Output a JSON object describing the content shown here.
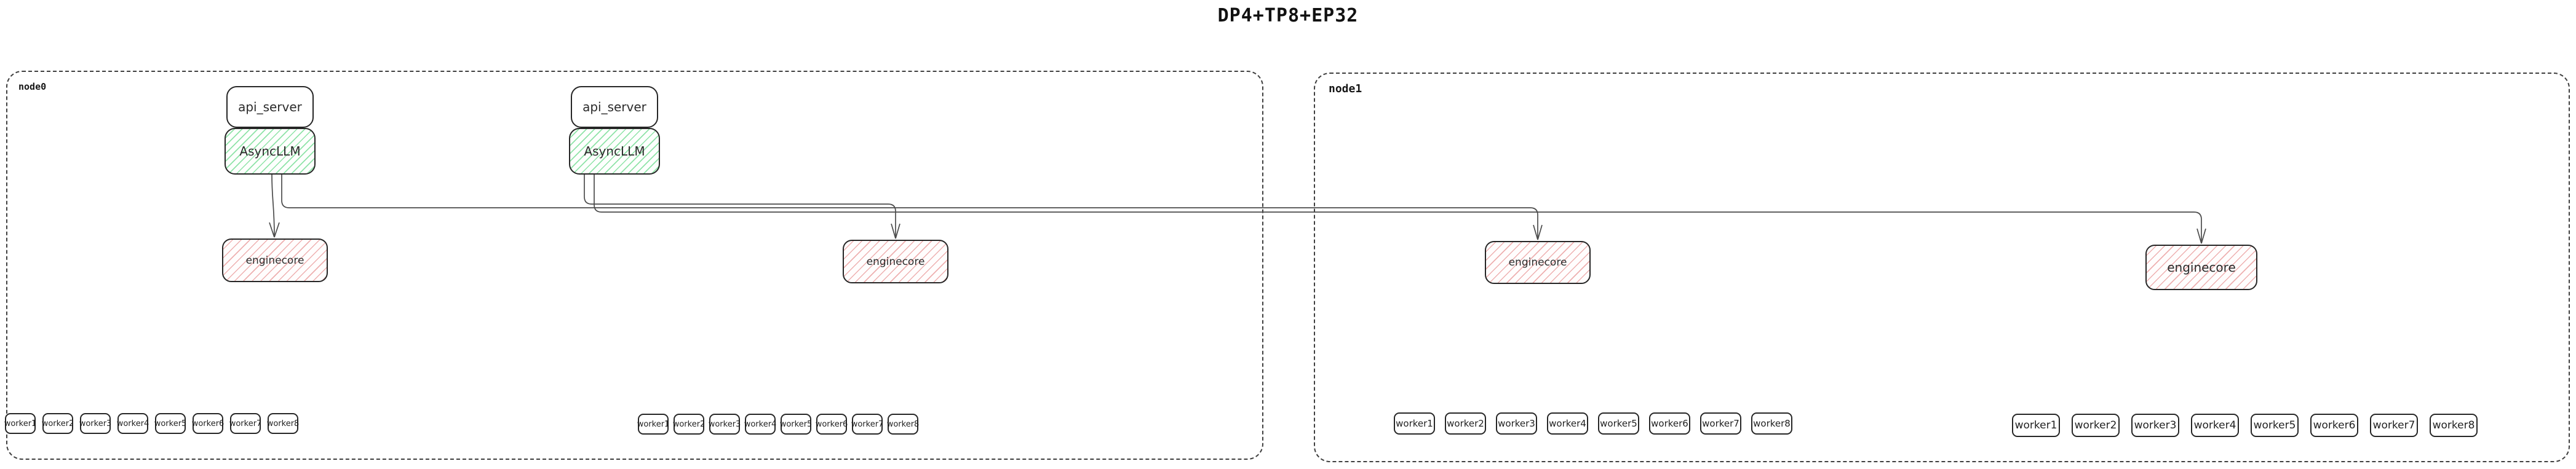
{
  "title": "DP4+TP8+EP32",
  "node0": {
    "label": "node0"
  },
  "node1": {
    "label": "node1"
  },
  "api_stacks": [
    {
      "api_server": "api_server",
      "asyncllm": "AsyncLLM"
    },
    {
      "api_server": "api_server",
      "asyncllm": "AsyncLLM"
    }
  ],
  "enginecores": [
    {
      "label": "enginecore"
    },
    {
      "label": "enginecore"
    },
    {
      "label": "enginecore"
    },
    {
      "label": "enginecore"
    }
  ],
  "worker_groups": [
    {
      "node": "node0",
      "workers": [
        "worker1",
        "worker2",
        "worker3",
        "worker4",
        "worker5",
        "worker6",
        "worker7",
        "worker8"
      ]
    },
    {
      "node": "node0",
      "workers": [
        "worker1",
        "worker2",
        "worker3",
        "worker4",
        "worker5",
        "worker6",
        "worker7",
        "worker8"
      ]
    },
    {
      "node": "node1",
      "workers": [
        "worker1",
        "worker2",
        "worker3",
        "worker4",
        "worker5",
        "worker6",
        "worker7",
        "worker8"
      ]
    },
    {
      "node": "node1",
      "workers": [
        "worker1",
        "worker2",
        "worker3",
        "worker4",
        "worker5",
        "worker6",
        "worker7",
        "worker8"
      ]
    }
  ],
  "colors": {
    "asyncllm_stripe": "#8fe3a8",
    "enginecore_stripe": "#eeb0b0",
    "box_border": "#262626",
    "node_border": "#3f3f3f",
    "edge": "#4b4b4b"
  }
}
